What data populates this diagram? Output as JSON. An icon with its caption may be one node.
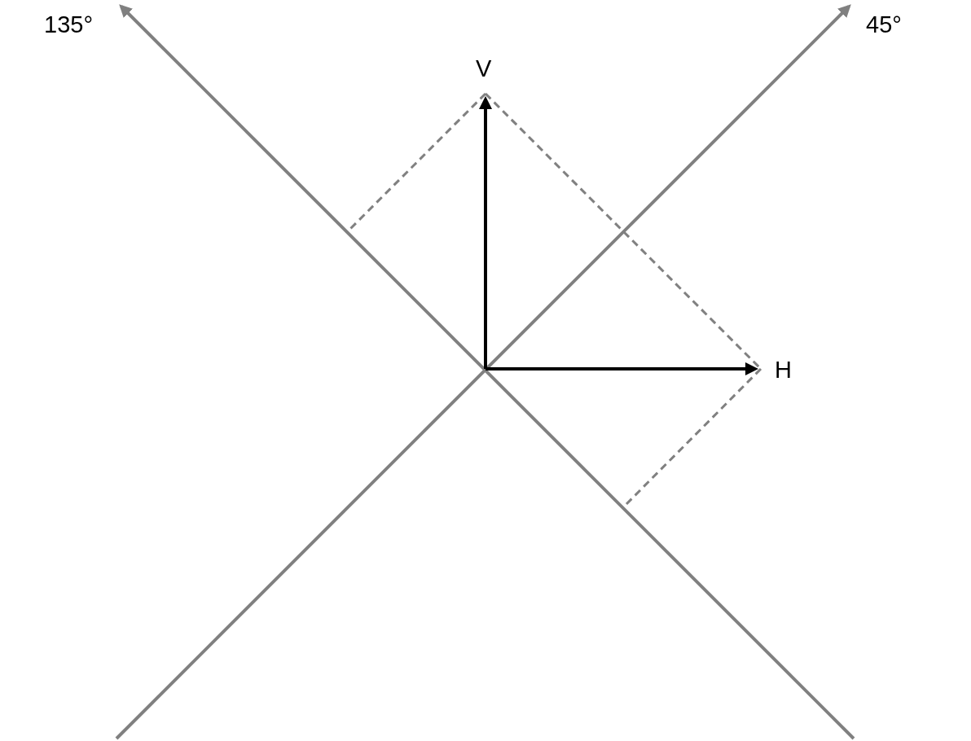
{
  "diagram": {
    "labels": [
      "135°",
      "45°",
      "V",
      "H"
    ]
  }
}
